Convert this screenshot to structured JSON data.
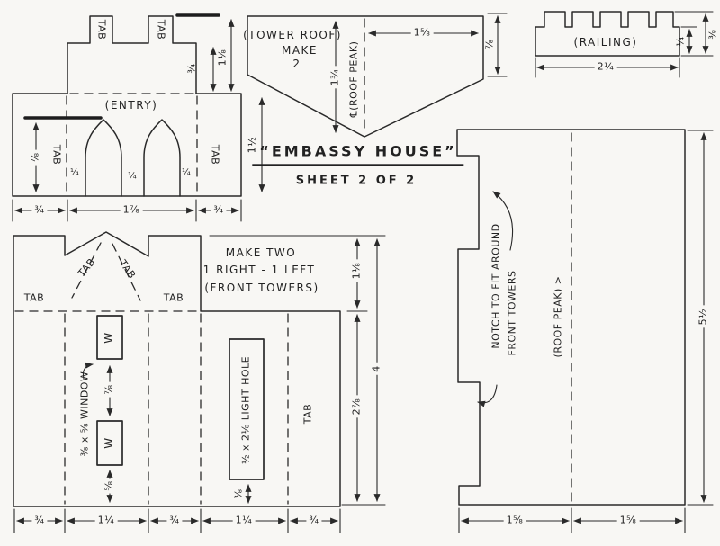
{
  "sheet": {
    "title": "“EMBASSY HOUSE”",
    "subtitle": "SHEET 2 OF 2"
  },
  "colors": {
    "paper": "#f8f7f4",
    "ink": "#2a2a2a"
  },
  "entry": {
    "label": "(ENTRY)",
    "tab": "TAB",
    "dims": {
      "bottom_left": "¾",
      "bottom_center": "1⅞",
      "bottom_right": "¾",
      "left_height": "⅞",
      "right_height": "1½",
      "upper_inner": "¾",
      "upper_outer": "1⅛",
      "arch_left": "¼",
      "arch_center": "¼",
      "arch_right": "¼"
    }
  },
  "tower_roof": {
    "label": "(TOWER ROOF)",
    "make": "MAKE",
    "qty": "2",
    "centerline": "℄(ROOF PEAK)",
    "dims": {
      "half_width": "1⅝",
      "height": "1¾",
      "right_edge": "⅞"
    }
  },
  "railing": {
    "label": "(RAILING)",
    "dims": {
      "width": "2¼",
      "body": "¼",
      "total": "⅜"
    }
  },
  "front_towers": {
    "note1": "MAKE TWO",
    "note2": "1 RIGHT - 1 LEFT",
    "note3": "(FRONT TOWERS)",
    "tab": "TAB",
    "window_letter": "W",
    "window_note": "⅜ x ⅝ WINDOW",
    "light_hole_note": "½ x 2⅛ LIGHT HOLE",
    "dims": {
      "window_gap": "⅞",
      "window_bottom": "⅝",
      "hole_bottom": "⅜",
      "upper_right": "1⅛",
      "lower_right": "2⅞",
      "total_right": "4",
      "bottom": [
        "¾",
        "1¼",
        "¾",
        "1¼",
        "¾"
      ]
    }
  },
  "roof_peak": {
    "note_line1": "NOTCH TO FIT AROUND",
    "note_line2": "FRONT TOWERS",
    "centerline": "(ROOF PEAK) >",
    "dims": {
      "right": "5½",
      "bottom_left": "1⅝",
      "bottom_right": "1⅝"
    }
  }
}
